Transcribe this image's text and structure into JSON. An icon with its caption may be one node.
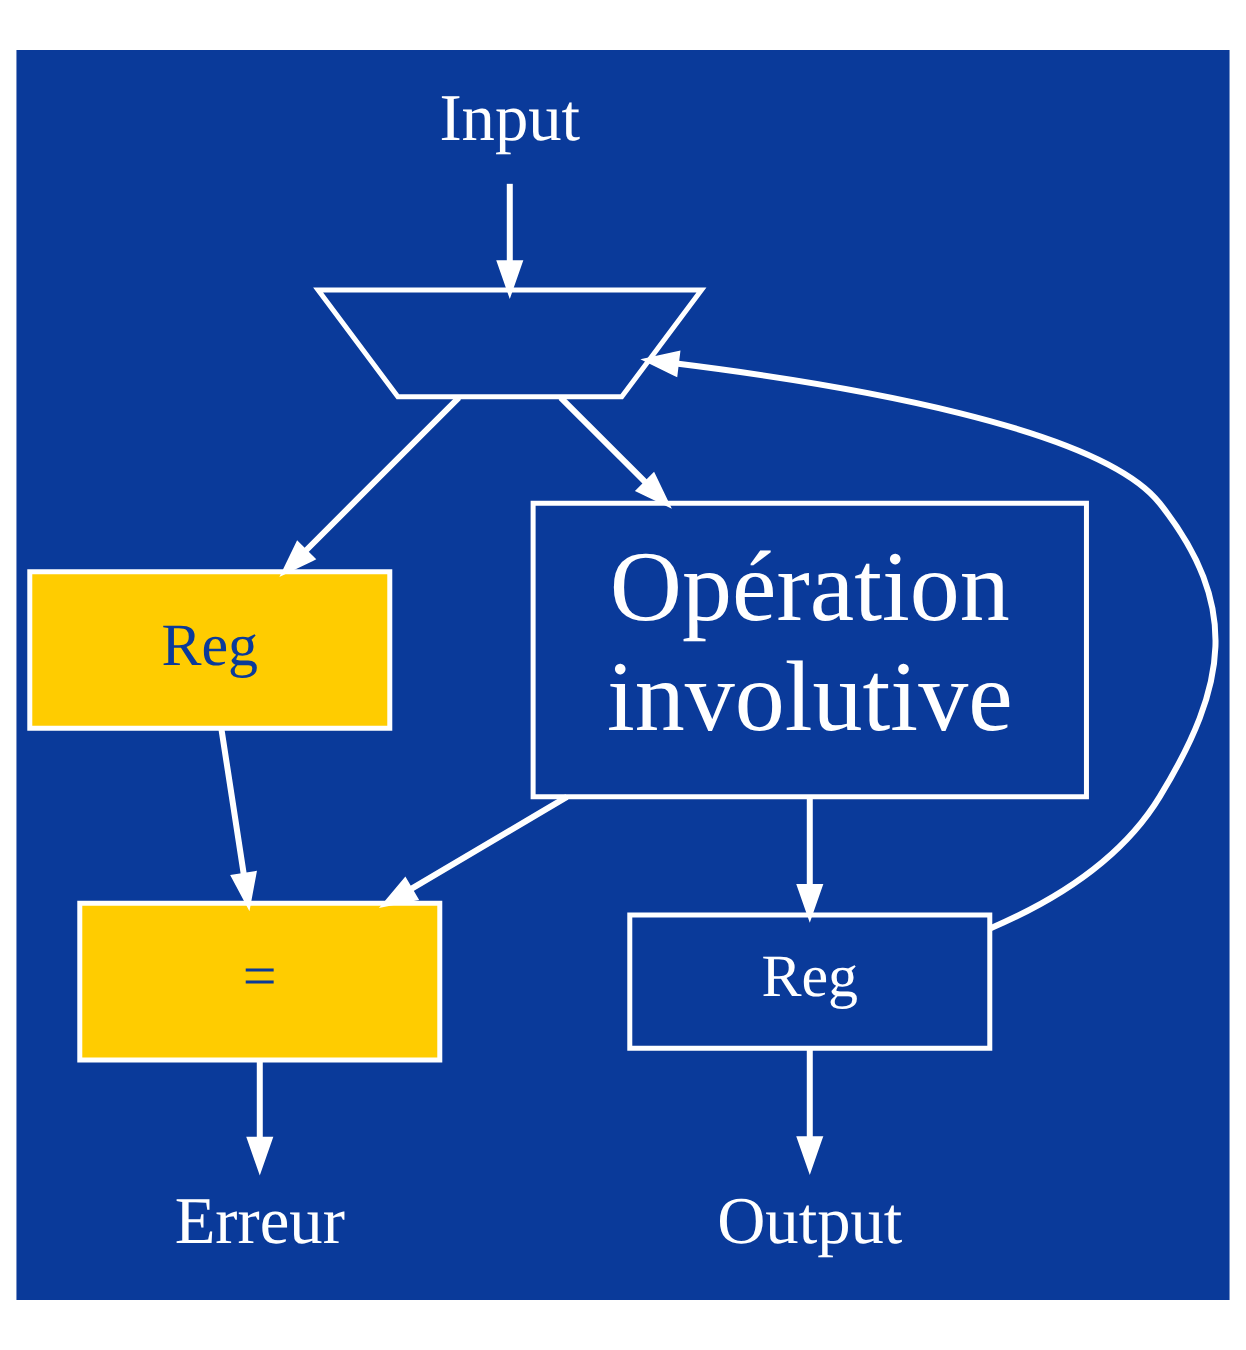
{
  "diagram": {
    "nodes": [
      {
        "text": [
          "Input"
        ]
      },
      {
        "text": [],
        "shape": "trapezoid"
      },
      {
        "text": [
          "Reg"
        ]
      },
      {
        "text": [
          "Opération involutive"
        ]
      },
      {
        "text": [
          "="
        ]
      },
      {
        "text": [
          "Reg"
        ]
      },
      {
        "text": [
          "Erreur"
        ]
      },
      {
        "text": [
          "Output"
        ]
      }
    ],
    "edges": [
      {
        "from": 0,
        "to": 1,
        "arrow": "to"
      },
      {
        "from": 1,
        "to": 2,
        "arrow": "to"
      },
      {
        "from": 1,
        "to": 3,
        "arrow": "to"
      },
      {
        "from": 2,
        "to": 4,
        "arrow": "to"
      },
      {
        "from": 3,
        "to": 4,
        "arrow": "to"
      },
      {
        "from": 3,
        "to": 5,
        "arrow": "to"
      },
      {
        "from": 4,
        "to": 6,
        "arrow": "to"
      },
      {
        "from": 5,
        "to": 7,
        "arrow": "to"
      },
      {
        "from": 5,
        "to": 1,
        "arrow": "to"
      }
    ]
  }
}
